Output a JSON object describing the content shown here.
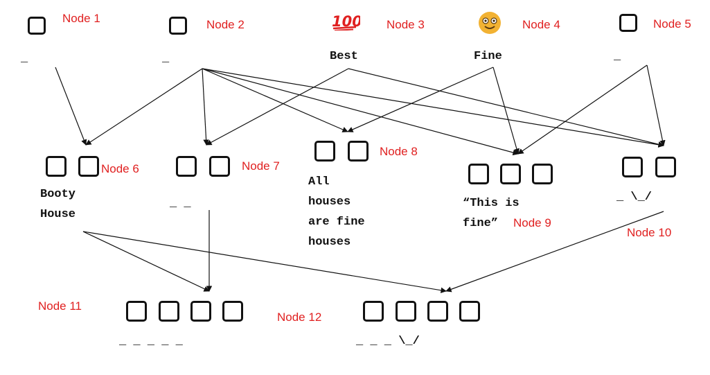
{
  "colors": {
    "label": "#e02020",
    "ink": "#111111",
    "emoji_red": "#e02020",
    "emoji_face": "#f2b233"
  },
  "nodes": [
    {
      "id": 1,
      "label": "Node 1",
      "cells": 1,
      "text": "_"
    },
    {
      "id": 2,
      "label": "Node 2",
      "cells": 1,
      "text": "_"
    },
    {
      "id": 3,
      "label": "Node 3",
      "cells": 1,
      "icon": "hundred-points-emoji",
      "text": "Best"
    },
    {
      "id": 4,
      "label": "Node 4",
      "cells": 1,
      "icon": "smiling-face-emoji",
      "text": "Fine"
    },
    {
      "id": 5,
      "label": "Node 5",
      "cells": 1,
      "text": "_"
    },
    {
      "id": 6,
      "label": "Node 6",
      "cells": 2,
      "text": "Booty\nHouse"
    },
    {
      "id": 7,
      "label": "Node 7",
      "cells": 2,
      "text": "_ _"
    },
    {
      "id": 8,
      "label": "Node 8",
      "cells": 2,
      "text": "All\nhouses\nare fine\nhouses"
    },
    {
      "id": 9,
      "label": "Node 9",
      "cells": 3,
      "text": "“This is\nfine”"
    },
    {
      "id": 10,
      "label": "Node 10",
      "cells": 2,
      "text": "_ \\_/"
    },
    {
      "id": 11,
      "label": "Node 11",
      "cells": 4,
      "text": "_ _ _ _ _"
    },
    {
      "id": 12,
      "label": "Node 12",
      "cells": 4,
      "text": "_ _ _ \\_/"
    }
  ],
  "edges": [
    {
      "from": 1,
      "to": 6
    },
    {
      "from": 2,
      "to": 6
    },
    {
      "from": 2,
      "to": 7
    },
    {
      "from": 2,
      "to": 8
    },
    {
      "from": 2,
      "to": 9
    },
    {
      "from": 2,
      "to": 10
    },
    {
      "from": 3,
      "to": 7
    },
    {
      "from": 3,
      "to": 10
    },
    {
      "from": 4,
      "to": 8
    },
    {
      "from": 4,
      "to": 9
    },
    {
      "from": 5,
      "to": 9
    },
    {
      "from": 5,
      "to": 10
    },
    {
      "from": 6,
      "to": 11
    },
    {
      "from": 6,
      "to": 12
    },
    {
      "from": 7,
      "to": 11
    },
    {
      "from": 10,
      "to": 12
    }
  ]
}
